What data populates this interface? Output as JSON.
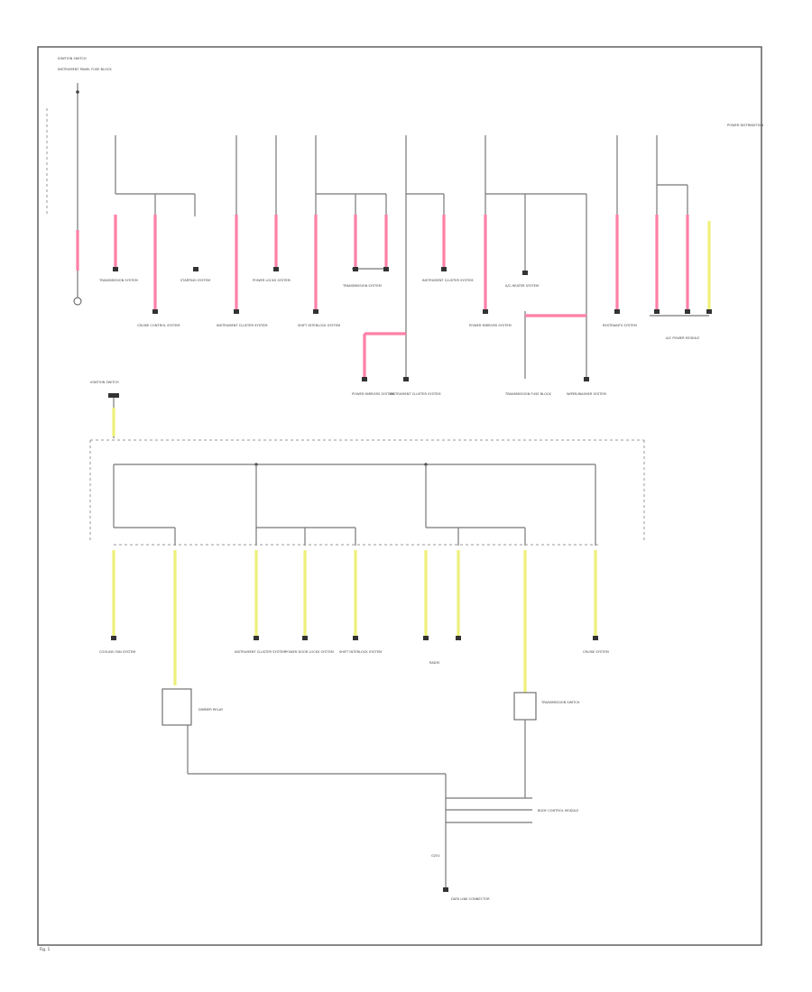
{
  "diagram": {
    "footer": "Fig. 1",
    "labels": {
      "ign_switch_top": "IGNITION SWITCH",
      "ign_switch_bottom": "IGNITION SWITCH",
      "instr_top": "INSTRUMENT PANEL FUSE BLOCK",
      "right_top_note": "A/C POWER MODULE",
      "right_mid_note": "POWER DISTRIBUTION",
      "c1_1": "TRANSMISSION SYSTEM",
      "c1_2": "CRUISE CONTROL SYSTEM",
      "c1_3": "STARTING SYSTEM",
      "c1_4": "POWER LOCKS SYSTEM",
      "c1_5": "INSTRUMENT CLUSTER SYSTEM",
      "c1_6": "SHIFT INTERLOCK SYSTEM",
      "c1_7": "TRANSMISSION SYSTEM",
      "c1_8": "INSTRUMENT CLUSTER SYSTEM",
      "c1_9": "A/C-HEATER SYSTEM",
      "c1_10": "POWER MIRRORS SYSTEM",
      "c1_11": "RESTRAINTS SYSTEM",
      "c2_1": "POWER MIRRORS SYSTEM",
      "c2_2": "INSTRUMENT CLUSTER SYSTEM",
      "c2_3": "TRANSMISSION FUSE BLOCK",
      "c2_4": "WIPER/WASHER SYSTEM",
      "c3_1": "COOLING FAN SYSTEM",
      "c3_2": "INSTRUMENT CLUSTER SYSTEM",
      "c3_3": "POWER DOOR LOCKS SYSTEM",
      "c3_4": "SHIFT INTERLOCK SYSTEM",
      "c3_5": "RADIO",
      "c3_6": "CRUISE SYSTEM",
      "relay_left": "DIMMER RELAY",
      "relay_right": "TRANSMISSION SWITCH",
      "bottom_mod": "DATA LINK CONNECTOR",
      "ground": "G201",
      "body_module": "BODY CONTROL MODULE"
    }
  }
}
